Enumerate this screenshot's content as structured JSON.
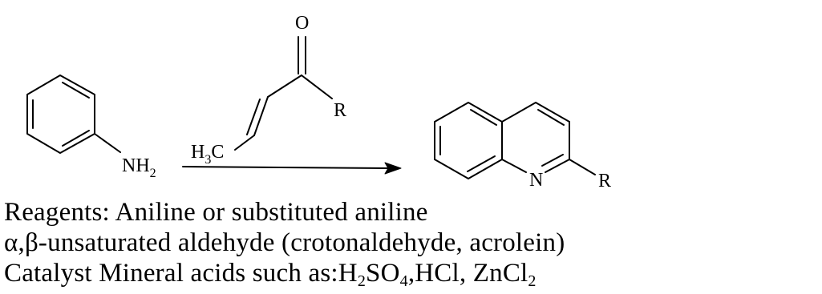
{
  "scheme": {
    "reactant_aniline": {
      "amine_label": "NH",
      "amine_subscript": "2"
    },
    "reactant_enone": {
      "oxygen_label": "O",
      "substituent_label": "R",
      "methyl_label": "H",
      "methyl_subscript": "3",
      "methyl_carbon": "C"
    },
    "product_quinoline": {
      "nitrogen_label": "N",
      "substituent_label": "R"
    }
  },
  "caption": {
    "reagents_line": "Reagents: Aniline or substituted aniline",
    "aldehyde_line": "α,β-unsaturated aldehyde (crotonaldehyde, acrolein)",
    "catalyst_line": {
      "prefix": "Catalyst Mineral acids such as:H",
      "sub1": "2",
      "mid1": "SO",
      "sub2": "4",
      "mid2": ",HCl, ZnCl",
      "sub3": "2"
    }
  }
}
